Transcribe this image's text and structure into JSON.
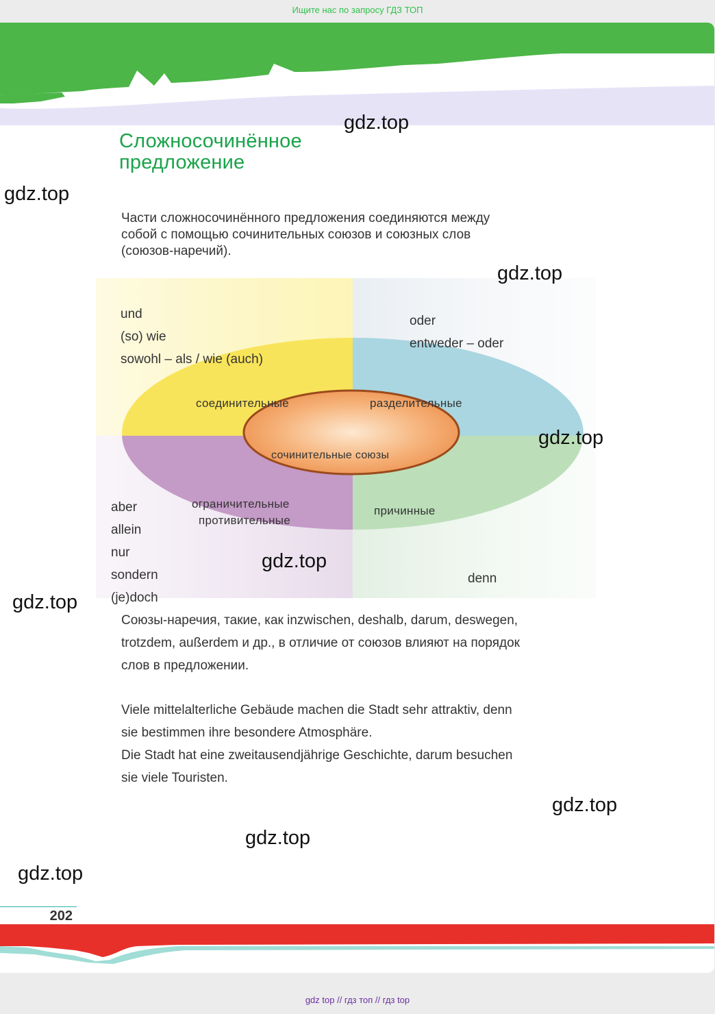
{
  "top_link": "Ищите нас по запросу ГДЗ ТОП",
  "title": [
    "Сложносочинённое",
    "предложение"
  ],
  "intro": [
    "Части сложносочинённого предложения соединяются между",
    "собой с помощью сочинительных союзов и союзных слов",
    "(союзов-наречий)."
  ],
  "diagram": {
    "center": "сочинительные  союзы",
    "quadrants": {
      "connective": {
        "label": "соединительные",
        "words": [
          "und",
          "(so) wie",
          "sowohl – als / wie (auch)"
        ]
      },
      "disjunctive": {
        "label": "разделительные",
        "words": [
          "oder",
          "entweder – oder"
        ]
      },
      "adversative": {
        "label": [
          "ограничительные",
          "противительные"
        ],
        "words": [
          "aber",
          "allein",
          "nur",
          "sondern",
          "(je)doch"
        ]
      },
      "causal": {
        "label": "причинные",
        "words": [
          "denn"
        ]
      }
    },
    "colors": {
      "yellow": "#f8e45a",
      "blue": "#a9d6e1",
      "purple": "#c49ac6",
      "green": "#bcdfb9",
      "center_fill": "#f0a060",
      "center_border": "#9b4a1c"
    }
  },
  "note": [
    "Союзы-наречия, такие, как inzwischen, deshalb, darum, deswegen,",
    "trotzdem, außerdem и др., в отличие от союзов влияют на порядок",
    "слов в предложении."
  ],
  "examples": [
    "Viele mittelalterliche Gebäude machen die Stadt sehr attraktiv, denn",
    "sie  bestimmen  ihre besondere Atmosphäre.",
    "Die Stadt hat eine zweitausendjährige Geschichte, darum  besuchen",
    "sie  viele Touristen."
  ],
  "page_number": "202",
  "watermark": "gdz.top",
  "bottom_link": "gdz top  //  гдз топ  //  гдз top",
  "colors": {
    "header_green": "#4cb648",
    "footer_red": "#e8302a",
    "title_green": "#1aa34a",
    "wash_purple": "#d4ccf0"
  }
}
